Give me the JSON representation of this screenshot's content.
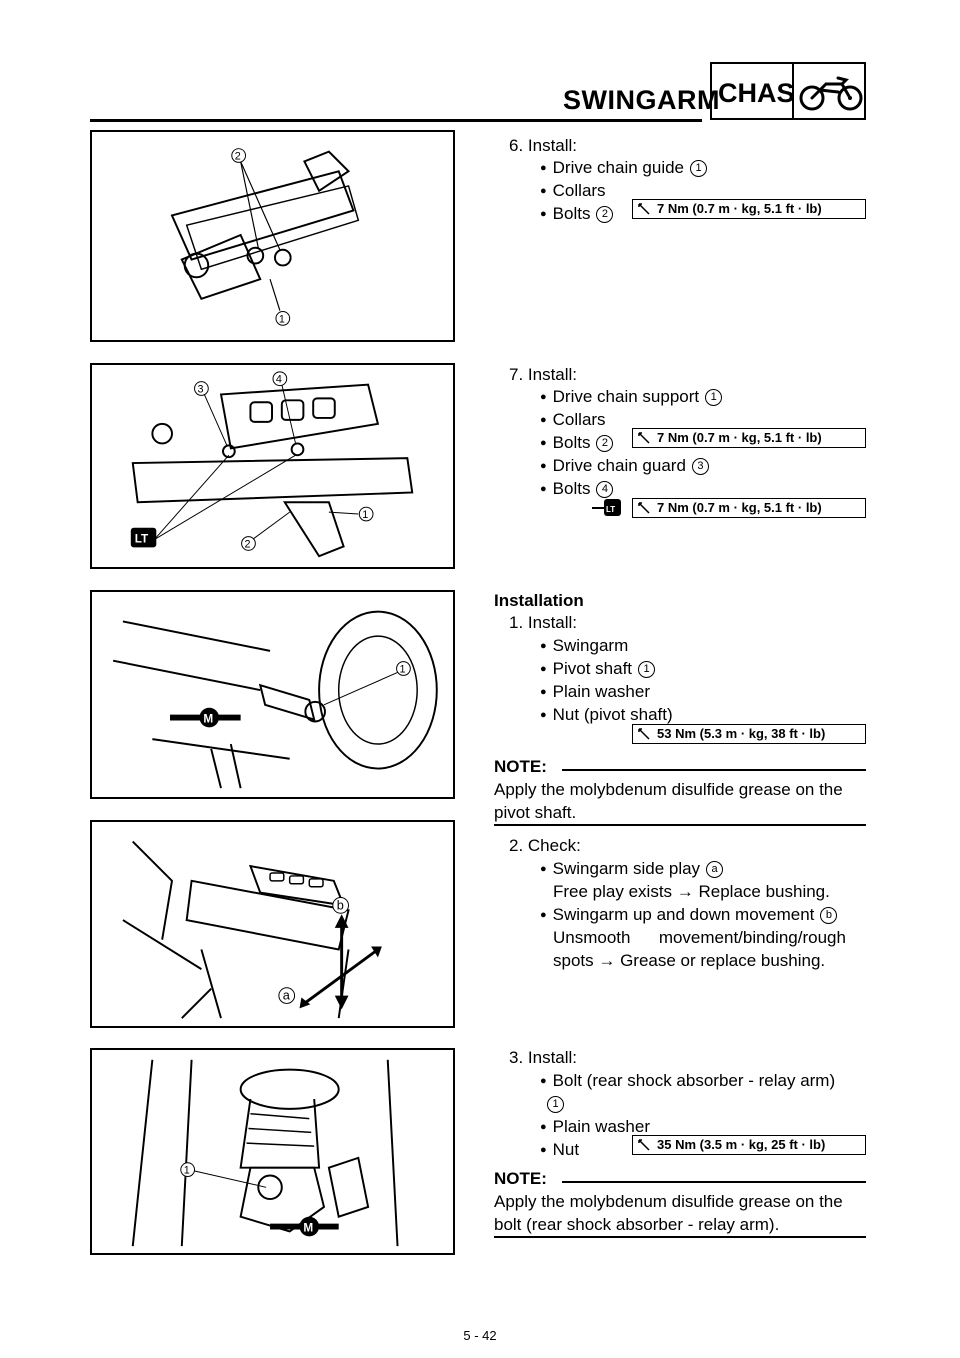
{
  "header": {
    "title": "SWINGARM",
    "section": "CHAS",
    "section_icon": "motorcycle-icon"
  },
  "step6": {
    "head": "6. Install:",
    "items": [
      "Drive chain guide",
      "Collars",
      "Bolts"
    ],
    "item_nums": [
      "1",
      "",
      "2"
    ],
    "torque": "7 Nm (0.7 m · kg, 5.1 ft · lb)"
  },
  "step7": {
    "head": "7. Install:",
    "items": [
      "Drive chain support",
      "Collars",
      "Bolts",
      "Drive chain guard",
      "Bolts"
    ],
    "item_nums": [
      "1",
      "",
      "2",
      "3",
      "4"
    ],
    "torque1": "7 Nm (0.7 m · kg, 5.1 ft · lb)",
    "torque2": "7 Nm (0.7 m · kg, 5.1 ft · lb)",
    "locktite_label": "LT"
  },
  "installation": {
    "heading": "Installation",
    "step1": {
      "head": "1. Install:",
      "items": [
        "Swingarm",
        "Pivot shaft",
        "Plain washer",
        "Nut (pivot shaft)"
      ],
      "item_nums": [
        "",
        "1",
        "",
        ""
      ],
      "torque": "53 Nm (5.3 m · kg, 38 ft · lb)"
    },
    "note1": {
      "label": "NOTE:",
      "text1": "Apply the molybdenum disulfide grease on the",
      "text2": "pivot shaft."
    },
    "step2": {
      "head": "2. Check:",
      "item1": "Swingarm side play",
      "item1_ref": "a",
      "item1_sub": "Free play exists → Replace bushing.",
      "item2": "Swingarm up and down movement",
      "item2_ref": "b",
      "item2_sub1": "Unsmooth      movement/binding/rough",
      "item2_sub2": "spots → Grease or replace bushing."
    },
    "step3": {
      "head": "3. Install:",
      "item1": "Bolt (rear shock absorber - relay arm)",
      "item1_num": "1",
      "items": [
        "Plain washer",
        "Nut"
      ],
      "torque": "35 Nm (3.5 m · kg, 25 ft · lb)"
    },
    "note2": {
      "label": "NOTE:",
      "text1": "Apply the molybdenum disulfide grease on the",
      "text2": "bolt (rear shock absorber - relay arm)."
    }
  },
  "figures": {
    "fig1_callouts": [
      "2",
      "1"
    ],
    "fig2_callouts": [
      "3",
      "4",
      "1",
      "2"
    ],
    "fig2_lt": "LT",
    "fig3_callouts": [
      "1"
    ],
    "fig3_m": "M",
    "fig4_callouts": [
      "b",
      "a"
    ],
    "fig5_callouts": [
      "1"
    ],
    "fig5_m": "M"
  },
  "footer": {
    "page": "5 - 42"
  }
}
